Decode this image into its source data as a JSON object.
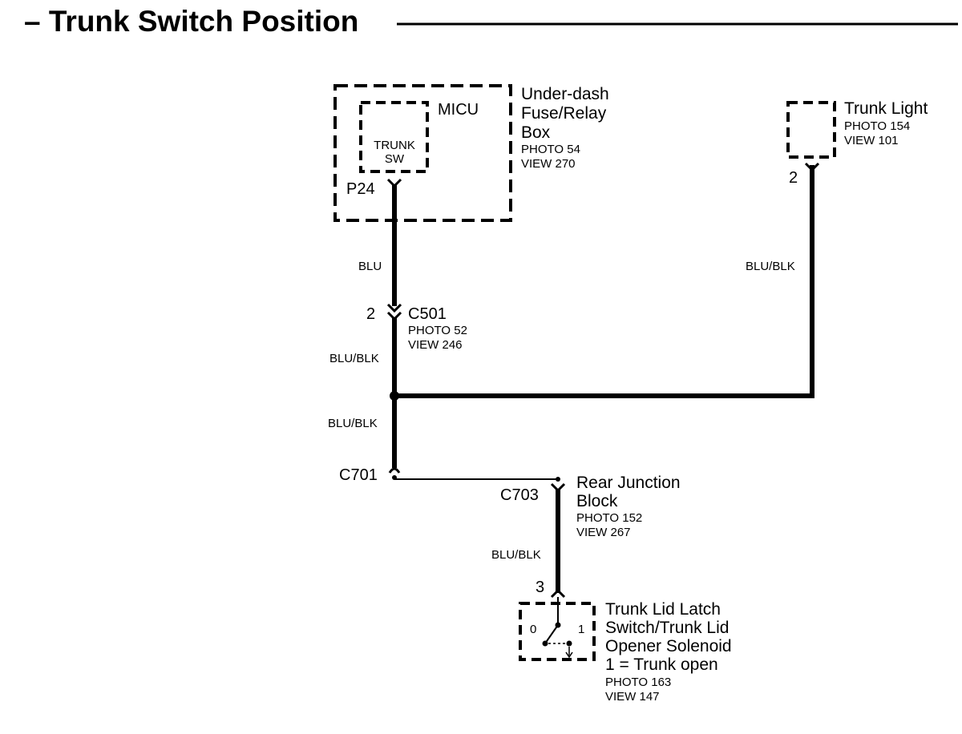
{
  "title": "– Trunk Switch Position",
  "components": {
    "micu_box": {
      "name_lines": [
        "Under-dash",
        "Fuse/Relay",
        "Box"
      ],
      "ref_lines": [
        "PHOTO 54",
        "VIEW 270"
      ]
    },
    "micu": {
      "label": "MICU",
      "inner_lines": [
        "TRUNK",
        "SW"
      ],
      "pin": "P24"
    },
    "trunk_light": {
      "name": "Trunk Light",
      "ref_lines": [
        "PHOTO 154",
        "VIEW 101"
      ],
      "pin": "2"
    },
    "c501": {
      "name": "C501",
      "pin": "2",
      "ref_lines": [
        "PHOTO 52",
        "VIEW 246"
      ]
    },
    "c701": {
      "name": "C701"
    },
    "c703": {
      "name": "C703"
    },
    "rear_junction": {
      "name_lines": [
        "Rear Junction",
        "Block"
      ],
      "ref_lines": [
        "PHOTO 152",
        "VIEW 267"
      ]
    },
    "latch": {
      "name_lines": [
        "Trunk Lid Latch",
        "Switch/Trunk Lid",
        "Opener Solenoid",
        "1 = Trunk open"
      ],
      "ref_lines": [
        "PHOTO 163",
        "VIEW 147"
      ],
      "pin": "3",
      "pos0": "0",
      "pos1": "1"
    }
  },
  "wires": {
    "micu_to_c501": "BLU",
    "c501_to_splice": "BLU/BLK",
    "trunk_light": "BLU/BLK",
    "splice_to_c701": "BLU/BLK",
    "c703_to_latch": "BLU/BLK"
  }
}
